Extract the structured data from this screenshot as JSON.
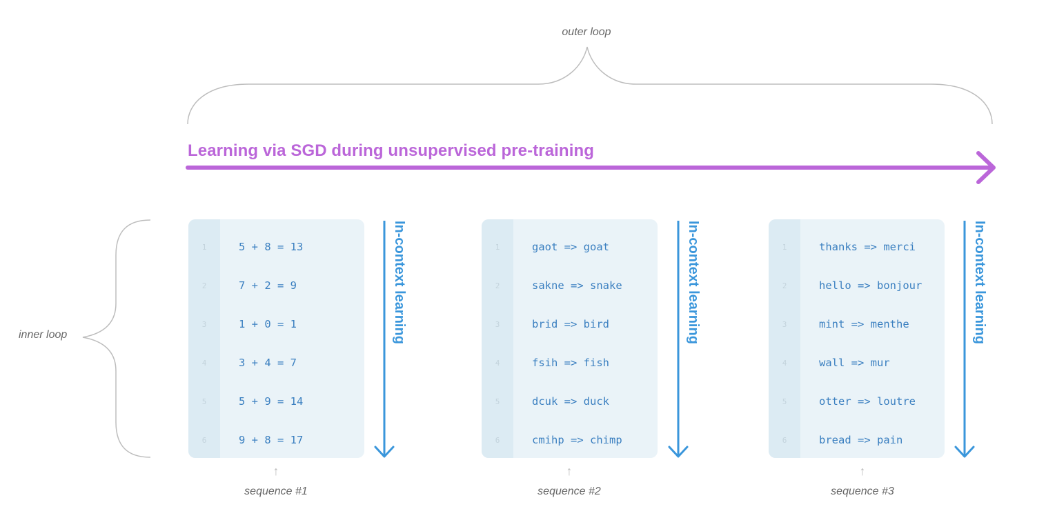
{
  "outer_loop_label": "outer loop",
  "inner_loop_label": "inner loop",
  "sgd_label": "Learning via SGD during unsupervised pre-training",
  "icl_label": "In-context learning",
  "up_arrow_glyph": "↑",
  "colors": {
    "sgd_purple": "#bb66d9",
    "icl_blue": "#3a96db",
    "code_blue": "#3a7fc0",
    "card_bg": "#eaf3f8",
    "gutter_bg": "#dcebf3",
    "brace_gray": "#bdbdbd"
  },
  "sequences": [
    {
      "label": "sequence #1",
      "lines": [
        {
          "n": "1",
          "text": "5 + 8 = 13"
        },
        {
          "n": "2",
          "text": "7 + 2 = 9"
        },
        {
          "n": "3",
          "text": "1 + 0 = 1"
        },
        {
          "n": "4",
          "text": "3 + 4 = 7"
        },
        {
          "n": "5",
          "text": "5 + 9 = 14"
        },
        {
          "n": "6",
          "text": "9 + 8 = 17"
        }
      ]
    },
    {
      "label": "sequence #2",
      "lines": [
        {
          "n": "1",
          "text": "gaot => goat"
        },
        {
          "n": "2",
          "text": "sakne => snake"
        },
        {
          "n": "3",
          "text": "brid => bird"
        },
        {
          "n": "4",
          "text": "fsih => fish"
        },
        {
          "n": "5",
          "text": "dcuk => duck"
        },
        {
          "n": "6",
          "text": "cmihp => chimp"
        }
      ]
    },
    {
      "label": "sequence #3",
      "lines": [
        {
          "n": "1",
          "text": "thanks => merci"
        },
        {
          "n": "2",
          "text": "hello => bonjour"
        },
        {
          "n": "3",
          "text": "mint => menthe"
        },
        {
          "n": "4",
          "text": "wall => mur"
        },
        {
          "n": "5",
          "text": "otter => loutre"
        },
        {
          "n": "6",
          "text": "bread => pain"
        }
      ]
    }
  ]
}
